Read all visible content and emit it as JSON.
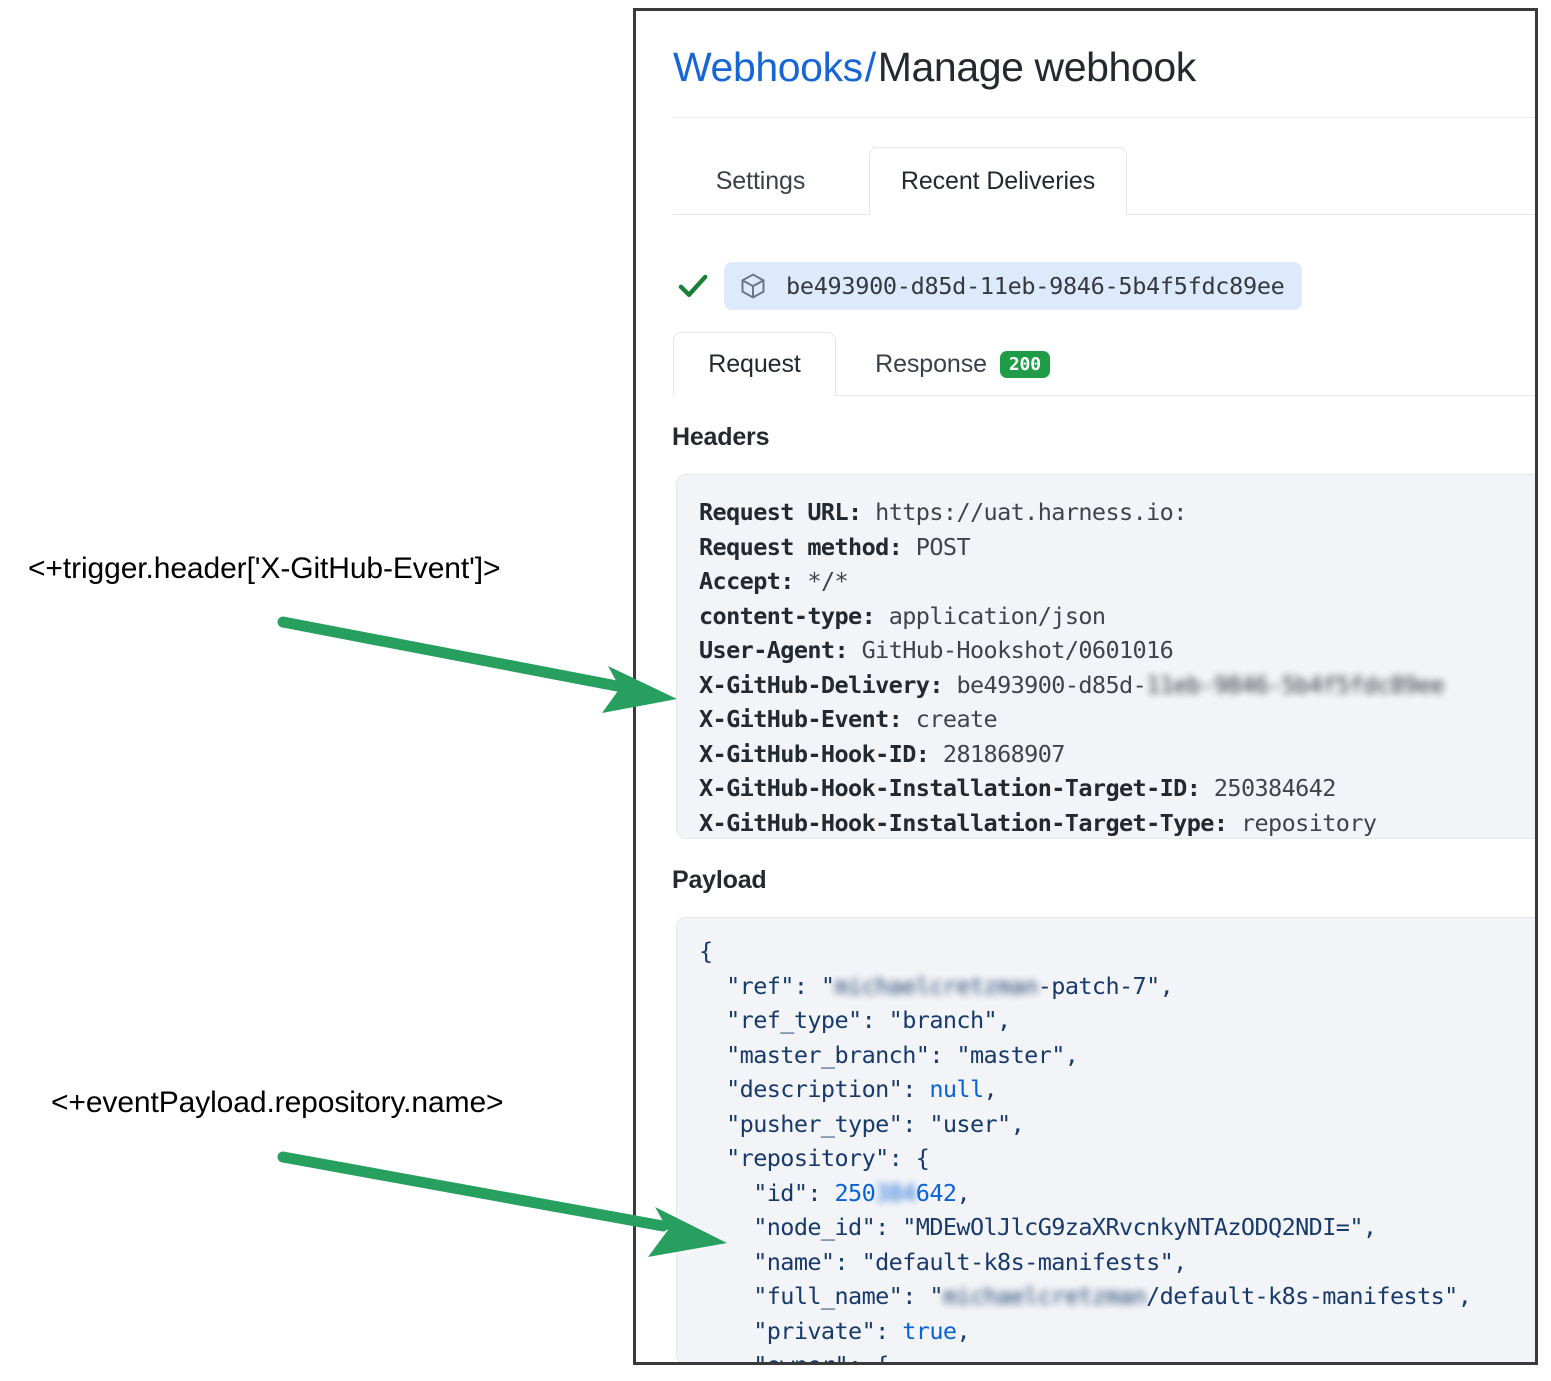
{
  "annotations": {
    "arrow_color": "#27a05f",
    "label_1": "<+trigger.header['X-GitHub-Event']>",
    "label_2": "<+eventPayload.repository.name>"
  },
  "panel": {
    "title": {
      "breadcrumb_link": "Webhooks",
      "separator": "/",
      "current": "Manage webhook"
    },
    "outer_tabs": [
      {
        "label": "Settings",
        "selected": false
      },
      {
        "label": "Recent Deliveries",
        "selected": true
      }
    ],
    "delivery": {
      "status_icon": "check-icon",
      "package_icon": "cube-icon",
      "guid": "be493900-d85d-11eb-9846-5b4f5fdc89ee"
    },
    "inner_tabs": [
      {
        "label": "Request",
        "selected": true,
        "badge": ""
      },
      {
        "label": "Response",
        "selected": false,
        "badge": "200"
      }
    ],
    "headers_section": {
      "heading": "Headers",
      "rows": [
        {
          "key": "Request URL:",
          "value": "https://uat.harness.io:"
        },
        {
          "key": "Request method:",
          "value": "POST"
        },
        {
          "key": "Accept:",
          "value": "*/*"
        },
        {
          "key": "content-type:",
          "value": "application/json"
        },
        {
          "key": "User-Agent:",
          "value": "GitHub-Hookshot/0601016"
        },
        {
          "key": "X-GitHub-Delivery:",
          "value": "be493900-d85d-",
          "redacted": "11eb-9846-5b4f5fdc89ee"
        },
        {
          "key": "X-GitHub-Event:",
          "value": "create"
        },
        {
          "key": "X-GitHub-Hook-ID:",
          "value": "281868907"
        },
        {
          "key": "X-GitHub-Hook-Installation-Target-ID:",
          "value": "250384642"
        },
        {
          "key": "X-GitHub-Hook-Installation-Target-Type:",
          "value": "repository"
        }
      ]
    },
    "payload_section": {
      "heading": "Payload",
      "lines": [
        "{",
        "  \"ref\": \"michaelcretzman-patch-7\",",
        "  \"ref_type\": \"branch\",",
        "  \"master_branch\": \"master\",",
        "  \"description\": null,",
        "  \"pusher_type\": \"user\",",
        "  \"repository\": {",
        "    \"id\": 250384642,",
        "    \"node_id\": \"MDEwOlJlcG9zaXRvcnkyNTAzODQ2NDI=\",",
        "    \"name\": \"default-k8s-manifests\",",
        "    \"full_name\": \"michaelcretzman/default-k8s-manifests\",",
        "    \"private\": true,",
        "    \"owner\": {"
      ],
      "redacted_ref_prefix": "michaelcretzman",
      "redacted_full_name_owner": "michaelcretzman",
      "redacted_id_middle": "384"
    }
  }
}
